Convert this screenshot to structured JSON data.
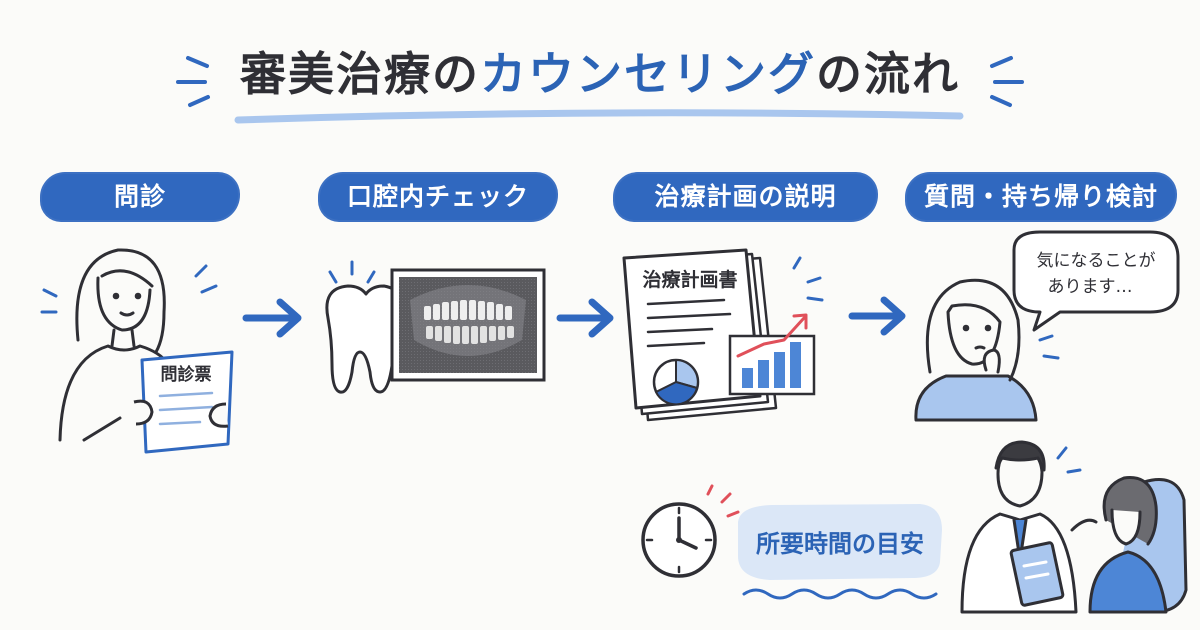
{
  "title": {
    "part1": "審美治療の",
    "part2": "カウンセリング",
    "part3": "の流れ"
  },
  "steps": [
    {
      "label": "問診"
    },
    {
      "label": "口腔内チェック"
    },
    {
      "label": "治療計画の説明"
    },
    {
      "label": "質問・持ち帰り検討"
    }
  ],
  "paper_label": "問診票",
  "document_title": "治療計画書",
  "speech_bubble": {
    "line1": "気になることが",
    "line2": "あります…"
  },
  "duration_label": "所要時間の目安",
  "colors": {
    "accent": "#3068bf",
    "accent_light": "#a9c6ee",
    "ink": "#2f2f35",
    "red": "#e0505a",
    "bar_blue": "#4d86d6"
  },
  "icons": [
    "arrow-right-icon",
    "tooth-icon",
    "xray-icon",
    "document-icon",
    "bar-chart-icon",
    "pie-chart-icon",
    "clock-icon",
    "speech-bubble-icon",
    "clipboard-icon"
  ]
}
